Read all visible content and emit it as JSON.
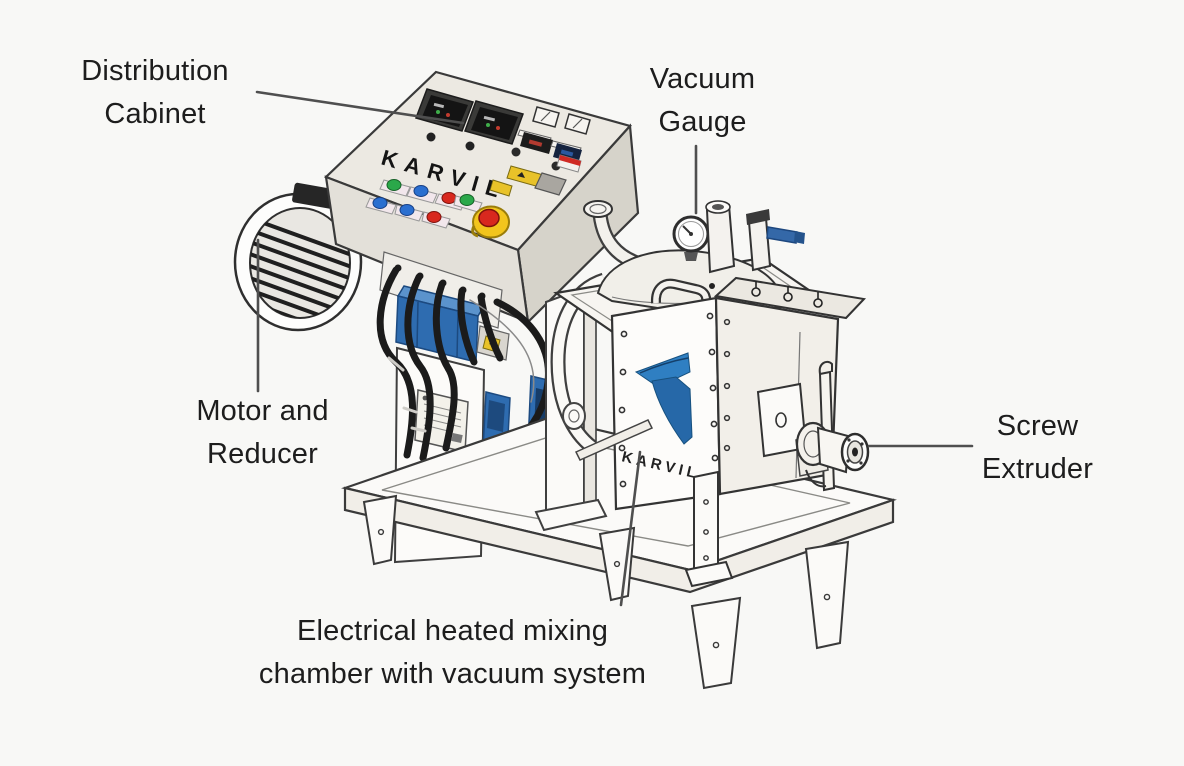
{
  "brand": {
    "name": "KARVIL"
  },
  "labels": {
    "distribution_cabinet": {
      "line1": "Distribution",
      "line2": "Cabinet"
    },
    "vacuum_gauge": {
      "line1": "Vacuum",
      "line2": "Gauge"
    },
    "motor_reducer": {
      "line1": "Motor and",
      "line2": "Reducer"
    },
    "screw_extruder": {
      "line1": "Screw",
      "line2": "Extruder"
    },
    "mixing_chamber": {
      "line1": "Electrical heated mixing",
      "line2": "chamber with vacuum system"
    }
  },
  "colors": {
    "background": "#f8f8f6",
    "label_text": "#1d1d1d",
    "leader_line": "#4f4f4f",
    "outline": "#333333",
    "cabinet_panel": "#ece9e2",
    "brand_blue": "#2c7bbf",
    "pump_blue": "#2e6cb0",
    "estop_red": "#d8281e",
    "estop_yellow": "#f2c51d"
  }
}
